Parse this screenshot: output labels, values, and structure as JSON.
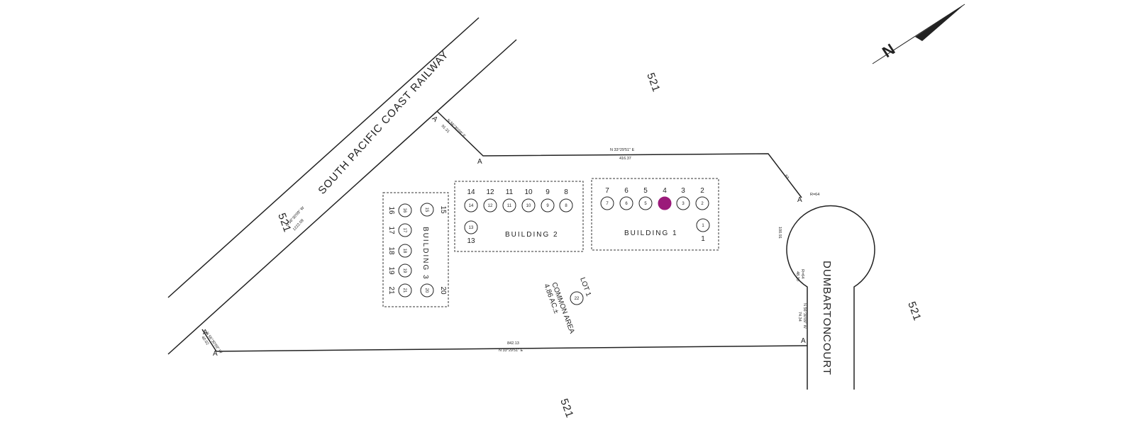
{
  "map": {
    "parcel_labels": [
      "521",
      "521",
      "521",
      "521"
    ],
    "railway_label": "SOUTH PACIFIC COAST RAILWAY",
    "road_label": [
      "DUMBARTON",
      "COURT"
    ],
    "north_letter": "N",
    "lot_label": "LOT 1",
    "common_area_label": "COMMON AREA",
    "area_label": "4.86 AC.±",
    "lot_circle_number": "22",
    "buildings": [
      {
        "label": "BUILDING 1",
        "units": [
          "7",
          "6",
          "5",
          "4",
          "3",
          "2",
          "1"
        ],
        "highlighted_unit": "4",
        "highlight_color": "#9b1a7a"
      },
      {
        "label": "BUILDING 2",
        "units": [
          "14",
          "12",
          "11",
          "10",
          "9",
          "8",
          "13"
        ]
      },
      {
        "label": "BUILDING 3",
        "units": [
          "15",
          "16",
          "17",
          "18",
          "19",
          "20",
          "21"
        ]
      }
    ],
    "bearings": {
      "top_line": "N 33°29'51\" E",
      "top_dist": "416.37",
      "bottom_line": "N 33°29'51\" E",
      "bottom_dist": "842.13",
      "rail_line": "N 56°30'09\" W",
      "rail_dist": "1222.09",
      "short_seg": "N 56°30'09\" E",
      "short_dist": "91.31",
      "bl_seg": "N 56°30'09\" W",
      "bl_dist": "40.02",
      "cul_a": "83",
      "cul_r": "R=64",
      "cul_arc": "100.91",
      "cul_b": "R=64",
      "cul_b_dist": "48.30",
      "right_seg": "N 56°30'09\" W",
      "right_dist": "74.34"
    },
    "markers": [
      "A",
      "A",
      "A",
      "A",
      "A",
      "A"
    ]
  }
}
